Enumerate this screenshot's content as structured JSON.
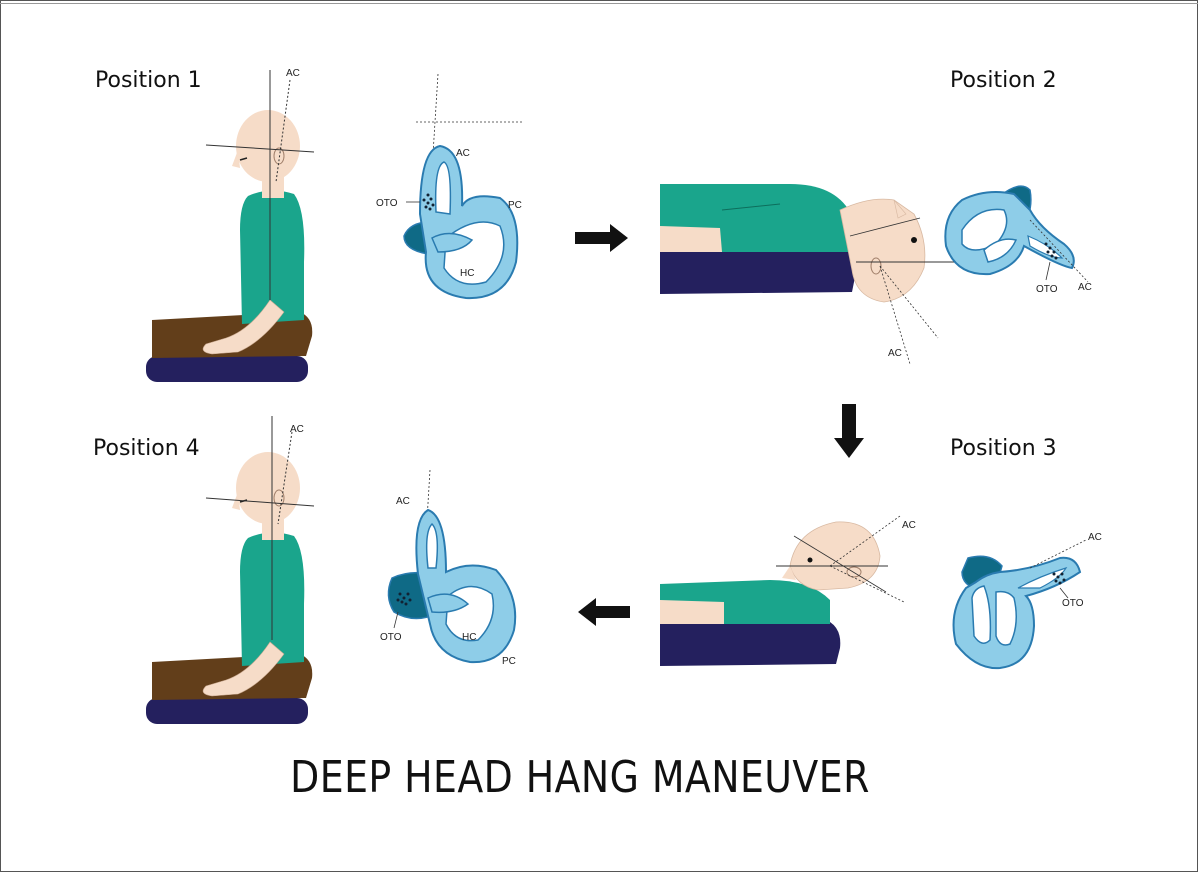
{
  "positions": {
    "p1": "Position 1",
    "p2": "Position 2",
    "p3": "Position 3",
    "p4": "Position 4"
  },
  "labels": {
    "ac": "AC",
    "pc": "PC",
    "hc": "HC",
    "oto": "OTO"
  },
  "title": "DEEP HEAD HANG MANEUVER",
  "colors": {
    "skin": "#f6dcc8",
    "shirt": "#1aa58c",
    "pants": "#623e1a",
    "cushion": "#24205e",
    "canal_fill": "#8ecde8",
    "canal_stroke": "#2a7bb0",
    "utricle": "#0f6a86"
  }
}
